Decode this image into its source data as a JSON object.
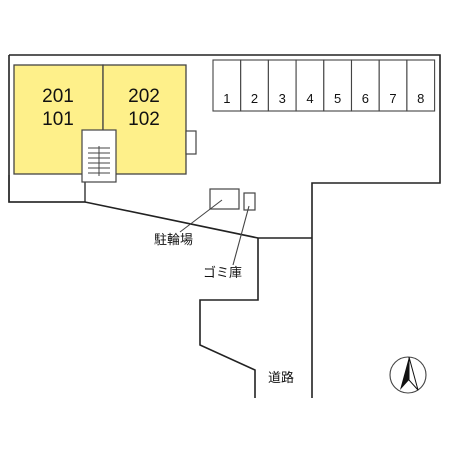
{
  "building": {
    "units_left": {
      "upper": "201",
      "lower": "101"
    },
    "units_right": {
      "upper": "202",
      "lower": "102"
    },
    "fill_color": "#fef08a"
  },
  "parking": {
    "spaces": [
      "1",
      "2",
      "3",
      "4",
      "5",
      "6",
      "7",
      "8"
    ]
  },
  "labels": {
    "bicycle_parking": "駐輪場",
    "garbage_store": "ゴミ庫",
    "road": "道路"
  },
  "compass": {
    "icon": "north-arrow-icon"
  }
}
